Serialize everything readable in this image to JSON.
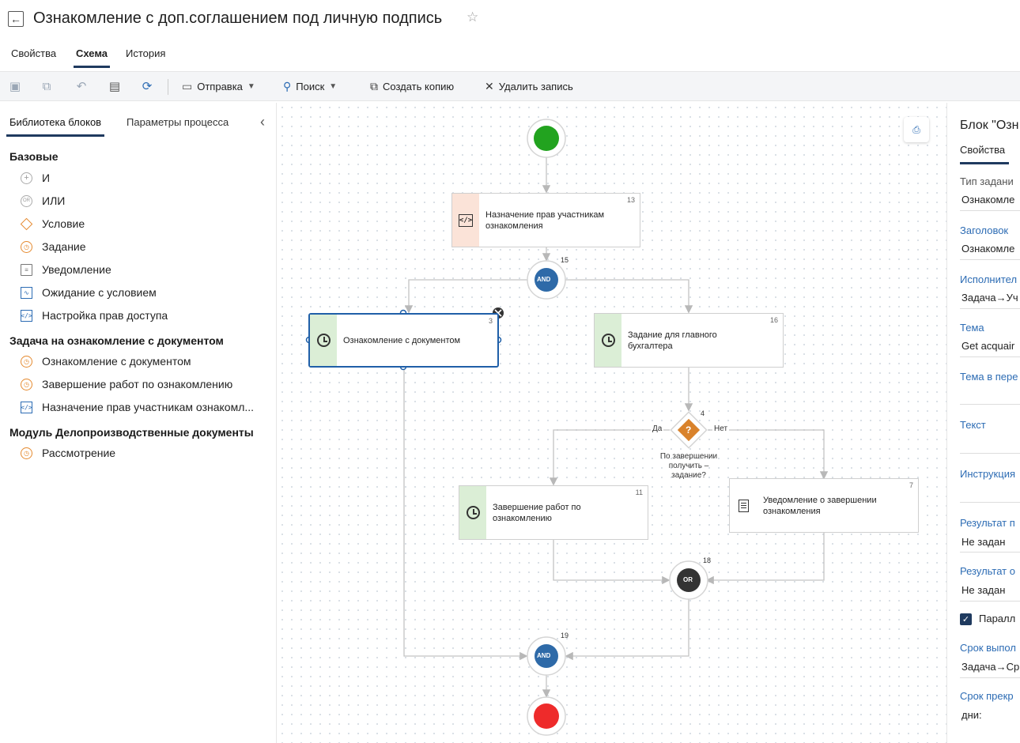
{
  "title": "Ознакомление с доп.соглашением под личную подпись",
  "tabs": [
    "Свойства",
    "Схема",
    "История"
  ],
  "toolbar": {
    "send": "Отправка",
    "search": "Поиск",
    "copy": "Создать копию",
    "delete": "Удалить запись"
  },
  "left_panel": {
    "tabs": [
      "Библиотека блоков",
      "Параметры процесса"
    ],
    "sections": [
      {
        "title": "Базовые",
        "items": [
          "И",
          "ИЛИ",
          "Условие",
          "Задание",
          "Уведомление",
          "Ожидание с условием",
          "Настройка прав доступа"
        ]
      },
      {
        "title": "Задача на ознакомление с документом",
        "items": [
          "Ознакомление с документом",
          "Завершение работ по ознакомлению",
          "Назначение прав участникам ознакомл..."
        ]
      },
      {
        "title": "Модуль Делопроизводственные документы",
        "items": [
          "Рассмотрение"
        ]
      }
    ]
  },
  "canvas": {
    "nodes": {
      "assign": {
        "label": "Назначение прав участникам ознакомления",
        "num": "13"
      },
      "review": {
        "label": "Ознакомление с документом",
        "num": "3"
      },
      "chief": {
        "label": "Задание для главного бухгалтера",
        "num": "16"
      },
      "finish": {
        "label": "Завершение работ по ознакомлению",
        "num": "11"
      },
      "notify": {
        "label": "Уведомление о завершении ознакомления",
        "num": "7"
      }
    },
    "gateways": {
      "and1": {
        "label": "AND",
        "num": "15"
      },
      "cond": {
        "label": "?",
        "num": "4",
        "text": [
          "По завершении",
          "получить –",
          "задание?"
        ],
        "yes": "Да",
        "no": "Нет"
      },
      "or": {
        "label": "OR",
        "num": "18"
      },
      "and2": {
        "label": "AND",
        "num": "19"
      }
    }
  },
  "right_panel": {
    "title": "Блок \"Озн",
    "tab": "Свойства",
    "fields": [
      {
        "label": "Тип задани",
        "value": "Ознакомле"
      },
      {
        "label": "Заголовок",
        "value": "Ознакомле"
      },
      {
        "label": "Исполнител",
        "value": "Задача→Уч"
      },
      {
        "label": "Тема",
        "value": "Get acquair"
      },
      {
        "label": "Тема в пере",
        "value": ""
      },
      {
        "label": "Текст",
        "value": ""
      },
      {
        "label": "Инструкция",
        "value": ""
      },
      {
        "label": "Результат п",
        "value": "Не задан"
      },
      {
        "label": "Результат о",
        "value": "Не задан"
      },
      {
        "label": "Паралл",
        "value": ""
      },
      {
        "label": "Срок выпол",
        "value": "Задача→Ср"
      },
      {
        "label": "Срок прекр",
        "value": "дни:"
      }
    ]
  },
  "colors": {
    "accent": "#1f3a5f",
    "link": "#2d6cb4",
    "start": "#22a31f",
    "end": "#ee2b2b",
    "and": "#2e6aa8",
    "or": "#333333",
    "cond": "#d9822b"
  }
}
